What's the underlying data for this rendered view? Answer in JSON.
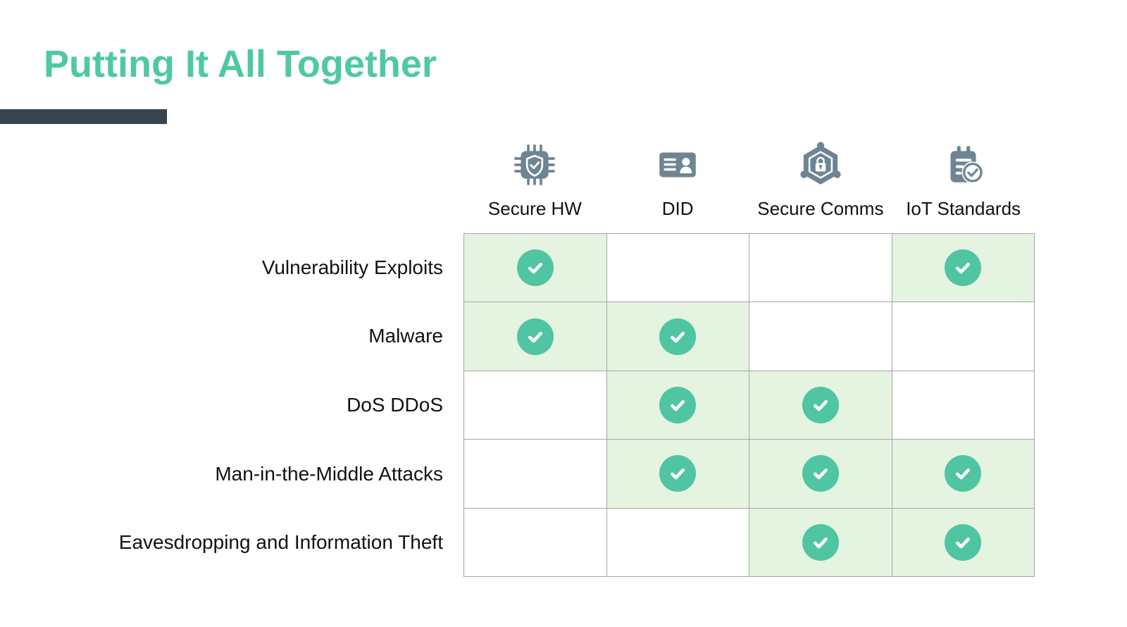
{
  "slide": {
    "title": "Putting It All Together"
  },
  "matrix": {
    "columns": [
      {
        "label": "Secure HW",
        "icon": "secure-hw-chip-icon"
      },
      {
        "label": "DID",
        "icon": "did-id-card-icon"
      },
      {
        "label": "Secure Comms",
        "icon": "secure-comms-lock-icon"
      },
      {
        "label": "IoT Standards",
        "icon": "iot-standards-checklist-icon"
      }
    ],
    "rows": [
      {
        "label": "Vulnerability Exploits",
        "checks": [
          true,
          false,
          false,
          true
        ]
      },
      {
        "label": "Malware",
        "checks": [
          true,
          true,
          false,
          false
        ]
      },
      {
        "label": "DoS DDoS",
        "checks": [
          false,
          true,
          true,
          false
        ]
      },
      {
        "label": "Man-in-the-Middle Attacks",
        "checks": [
          false,
          true,
          true,
          true
        ]
      },
      {
        "label": "Eavesdropping and Information Theft",
        "checks": [
          false,
          false,
          true,
          true
        ]
      }
    ]
  },
  "colors": {
    "title": "#4fc8a4",
    "accent_bar": "#36454f",
    "icon": "#6d8593",
    "check_circle": "#4fc5a2",
    "checked_cell_bg": "#e5f3e1",
    "grid_line": "#a6a6a6",
    "text": "#111111"
  }
}
